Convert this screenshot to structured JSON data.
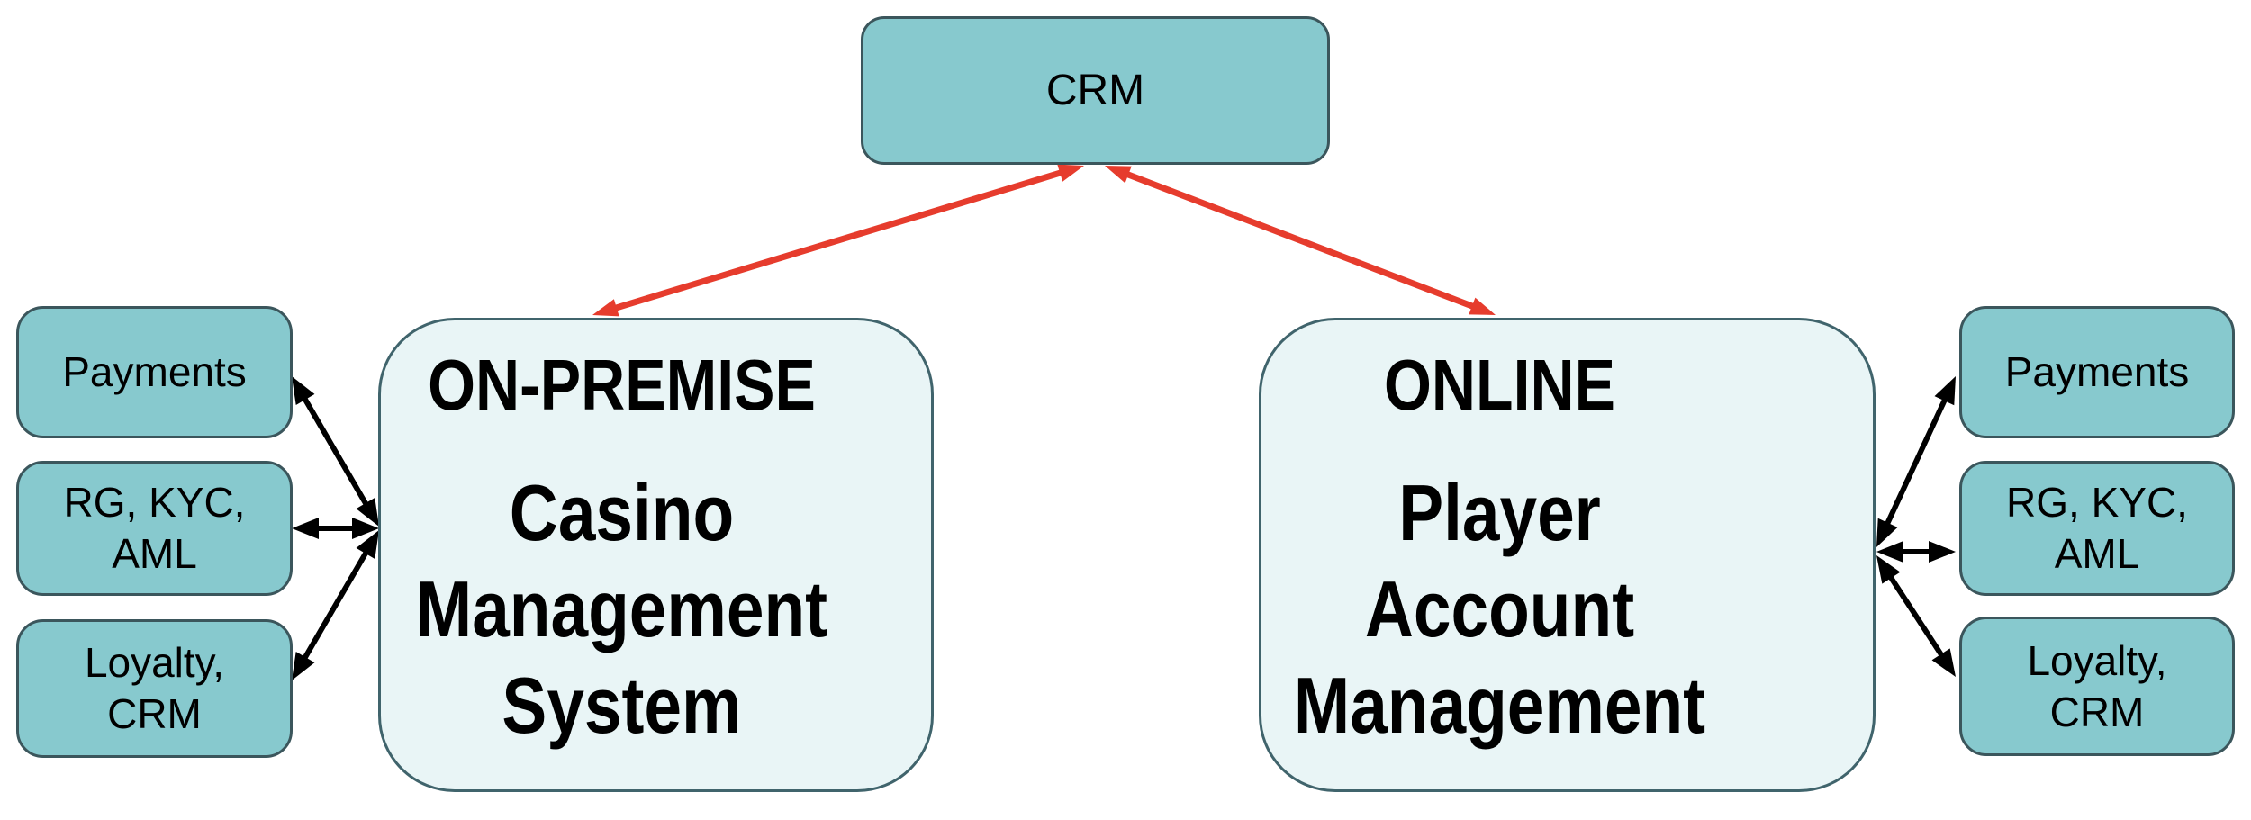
{
  "diagram": {
    "kind": "architecture-diagram",
    "background": "#ffffff",
    "nodes": {
      "crm": {
        "label": "CRM"
      },
      "on_premise": {
        "title": "ON-PREMISE",
        "body": "Casino\nManagement\nSystem"
      },
      "online": {
        "title": "ONLINE",
        "body": "Player\nAccount\nManagement"
      },
      "left_satellites": [
        {
          "label": "Payments"
        },
        {
          "label": "RG, KYC,\nAML"
        },
        {
          "label": "Loyalty,\nCRM"
        }
      ],
      "right_satellites": [
        {
          "label": "Payments"
        },
        {
          "label": "RG, KYC,\nAML"
        },
        {
          "label": "Loyalty,\nCRM"
        }
      ]
    },
    "colors": {
      "node_fill": "#87c9ce",
      "panel_fill": "#e9f5f6",
      "node_border": "#3b565c",
      "panel_border": "#40646c",
      "arrow_red": "#e63c2d",
      "arrow_black": "#000000",
      "text": "#000000"
    },
    "connections": [
      {
        "id": "crm-onpremise",
        "from": "CRM",
        "to": "ON-PREMISE Casino Management System",
        "color": "red",
        "bidirectional": true
      },
      {
        "id": "crm-online",
        "from": "CRM",
        "to": "ONLINE Player Account Management",
        "color": "red",
        "bidirectional": true
      },
      {
        "id": "left-payments",
        "from": "Payments (left)",
        "to": "Casino Management System",
        "color": "black",
        "bidirectional": true
      },
      {
        "id": "left-rg-kyc-aml",
        "from": "RG, KYC, AML (left)",
        "to": "Casino Management System",
        "color": "black",
        "bidirectional": true
      },
      {
        "id": "left-loyalty-crm",
        "from": "Loyalty, CRM (left)",
        "to": "Casino Management System",
        "color": "black",
        "bidirectional": true
      },
      {
        "id": "right-payments",
        "from": "Payments (right)",
        "to": "Player Account Management",
        "color": "black",
        "bidirectional": true
      },
      {
        "id": "right-rg-kyc-aml",
        "from": "RG, KYC, AML (right)",
        "to": "Player Account Management",
        "color": "black",
        "bidirectional": true
      },
      {
        "id": "right-loyalty-crm",
        "from": "Loyalty, CRM (right)",
        "to": "Player Account Management",
        "color": "black",
        "bidirectional": true
      }
    ]
  }
}
